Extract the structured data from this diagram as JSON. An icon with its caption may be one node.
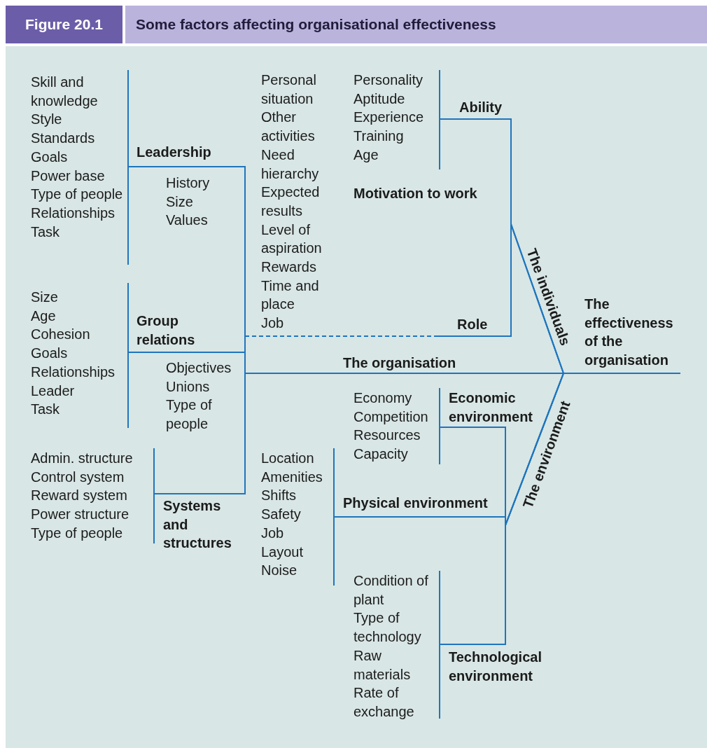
{
  "diagram": {
    "title": "Some factors affecting organisational effectiveness",
    "nodes": [
      {
        "text": [
          "Leadership",
          "Skill and knowledge",
          "Style",
          "Standards",
          "Goals",
          "Power base",
          "Type of people",
          "Relationships",
          "Task"
        ]
      },
      {
        "text": [
          "Ability",
          "Personality",
          "Aptitude",
          "Experience",
          "Training",
          "Age"
        ]
      },
      {
        "text": [
          "Group relations",
          "Size",
          "Age",
          "Cohesion",
          "Goals",
          "Relationships",
          "Leader",
          "Task"
        ]
      },
      {
        "text": [
          "Role"
        ]
      },
      {
        "text": [
          "The effectiveness of the organisation"
        ]
      },
      {
        "text": [
          "Economic environment",
          "Economy",
          "Competition",
          "Resources",
          "Capacity"
        ]
      },
      {
        "text": [
          "Systems and structures",
          "Admin. structure",
          "Control system",
          "Reward system",
          "Power structure",
          "Type of people"
        ]
      },
      {
        "text": [
          "Physical environment",
          "Location",
          "Amenities",
          "Shifts",
          "Safety",
          "Job",
          "Layout",
          "Noise"
        ]
      },
      {
        "text": [
          "Technological environment",
          "Condition of plant",
          "Type of technology",
          "Raw materials",
          "Rate of exchange"
        ]
      }
    ],
    "edges": [
      {
        "from": 0,
        "to": 4,
        "arrow": "none"
      },
      {
        "from": 2,
        "to": 4,
        "arrow": "none",
        "label": "The organisation"
      },
      {
        "from": 6,
        "to": 4,
        "arrow": "none"
      },
      {
        "from": 1,
        "to": 4,
        "arrow": "none",
        "label": "The individuals"
      },
      {
        "from": 3,
        "to": 4,
        "arrow": "none"
      },
      {
        "from": null,
        "to": 3,
        "arrow": "none",
        "style": "dashed"
      },
      {
        "from": 5,
        "to": 4,
        "arrow": "none"
      },
      {
        "from": 7,
        "to": 4,
        "arrow": "none",
        "label": "The environment"
      },
      {
        "from": 8,
        "to": 4,
        "arrow": "none"
      }
    ],
    "labels": [
      "Figure 20.1",
      "History",
      "Size",
      "Values",
      "Personal situation",
      "Other activities",
      "Need hierarchy",
      "Expected results",
      "Level of aspiration",
      "Rewards",
      "Time and place",
      "Job",
      "Motivation to work",
      "Objectives",
      "Unions",
      "Type of people"
    ]
  }
}
